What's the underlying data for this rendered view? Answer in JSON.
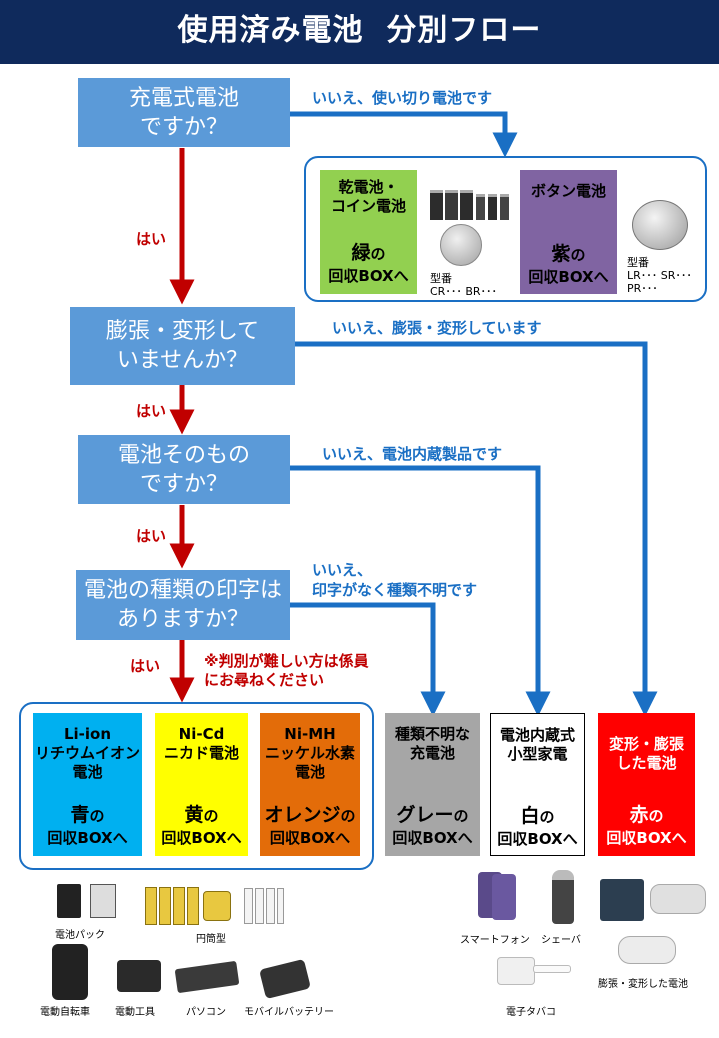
{
  "header": {
    "title": "使用済み電池  分別フロー"
  },
  "questions": {
    "q1": "充電式電池\nですか？",
    "q2": "膨張・変形して\nいませんか？",
    "q3": "電池そのもの\nですか？",
    "q4": "電池の種類の印字は\nありますか？"
  },
  "answers": {
    "yes": "はい",
    "no1": "いいえ、使い切り電池です",
    "no2": "いいえ、膨張・変形しています",
    "no3": "いいえ、電池内蔵製品です",
    "no4": "いいえ、\n印字がなく種類不明です",
    "note": "※判別が難しい方は係員\n  にお尋ねください"
  },
  "single_use": {
    "dry": {
      "title": "乾電池・\nコイン電池",
      "color_word": "緑",
      "no": "の",
      "box": "回収BOXへ",
      "bg": "#92d050"
    },
    "dry_model": "型番\nCR･･･  BR･･･",
    "button": {
      "title": "ボタン電池",
      "color_word": "紫",
      "no": "の",
      "box": "回収BOXへ",
      "bg": "#8064a2"
    },
    "button_model": "型番\nLR･･･  SR･･･\nPR･･･"
  },
  "rechargeable": {
    "liion": {
      "title": "Li-ion\nリチウムイオン\n電池",
      "color_word": "青",
      "no": "の",
      "box": "回収BOXへ",
      "bg": "#00b0f0"
    },
    "nicd": {
      "title": "Ni-Cd\nニカド電池",
      "color_word": "黄",
      "no": "の",
      "box": "回収BOXへ",
      "bg": "#ffff00"
    },
    "nimh": {
      "title": "Ni-MH\nニッケル水素\n電池",
      "color_word": "オレンジ",
      "no": "の",
      "box": "回収BOXへ",
      "bg": "#e36c09"
    }
  },
  "others": {
    "gray": {
      "title": "種類不明な\n充電池",
      "color_word": "グレー",
      "no": "の",
      "box": "回収BOXへ",
      "bg": "#a6a6a6"
    },
    "white": {
      "title": "電池内蔵式\n小型家電",
      "color_word": "白",
      "no": "の",
      "box": "回収BOXへ",
      "bg": "#ffffff"
    },
    "red": {
      "title": "変形・膨張\nした電池",
      "color_word": "赤",
      "no": "の",
      "box": "回収BOXへ",
      "bg": "#ff0000"
    }
  },
  "captions": {
    "pack": "電池パック",
    "cyl": "円筒型",
    "ebike": "電動自転車",
    "tool": "電動工具",
    "pc": "パソコン",
    "mobile": "モバイルバッテリー",
    "phone": "スマートフォン",
    "shaver": "シェーバ",
    "ecig": "電子タバコ",
    "swollen": "膨張・変形した電池"
  }
}
